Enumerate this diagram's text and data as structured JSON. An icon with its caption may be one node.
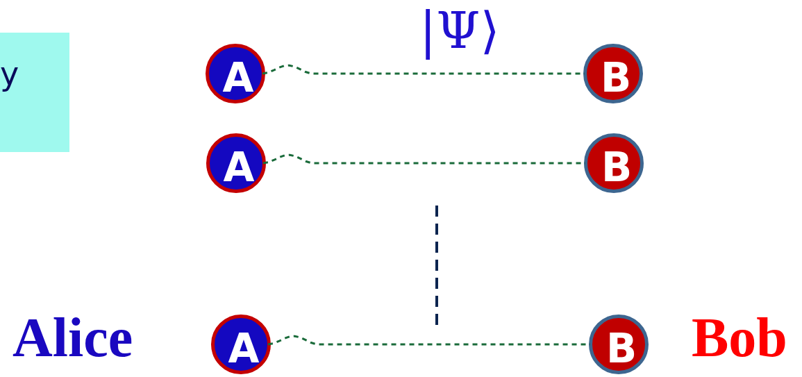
{
  "diagram": {
    "nodes": [
      {
        "text": [
          "y"
        ]
      },
      {
        "text": [
          "A"
        ]
      },
      {
        "text": [
          "B"
        ]
      },
      {
        "text": [
          "A"
        ]
      },
      {
        "text": [
          "B"
        ]
      },
      {
        "text": [
          "A"
        ]
      },
      {
        "text": [
          "B"
        ]
      }
    ],
    "edges": [
      {
        "from": 1,
        "to": 2,
        "arrow": "none",
        "style": "dashed"
      },
      {
        "from": 3,
        "to": 4,
        "arrow": "none",
        "style": "dashed"
      },
      {
        "from": 5,
        "to": 6,
        "arrow": "none",
        "style": "dashed"
      }
    ],
    "labels": [
      "|Ψ⟩",
      "Alice",
      "Bob"
    ]
  }
}
